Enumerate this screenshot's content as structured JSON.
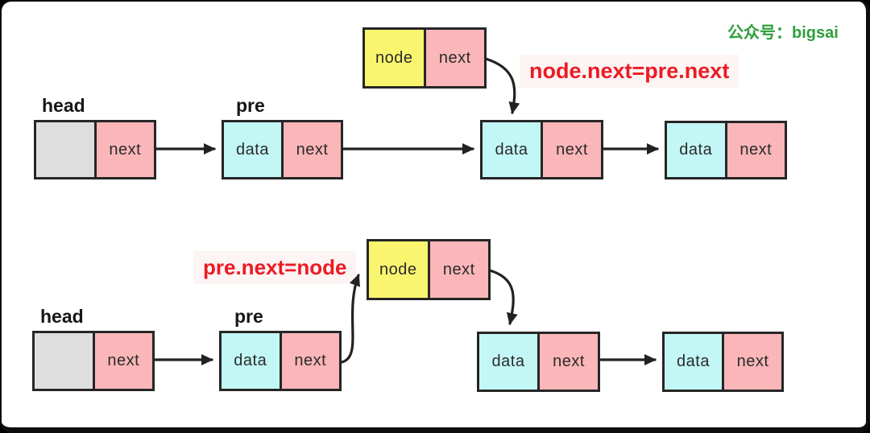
{
  "watermark": {
    "text": "公众号：bigsai",
    "color": "#2E9E3C"
  },
  "colors": {
    "cell_pink": "#FAB6B8",
    "cell_cyan": "#C3F7F5",
    "cell_yellow": "#FAF56E",
    "cell_gray": "#DEDEDE",
    "box_border": "#262626",
    "formula_red": "#EC1B23",
    "arrow_black": "#222222"
  },
  "row1": {
    "formula": "node.next=pre.next",
    "new_node": {
      "data": "node",
      "next": "next"
    },
    "head": {
      "label": "head",
      "data": "",
      "next": "next"
    },
    "pre": {
      "label": "pre",
      "data": "data",
      "next": "next"
    },
    "node3": {
      "data": "data",
      "next": "next"
    },
    "node4": {
      "data": "data",
      "next": "next"
    }
  },
  "row2": {
    "formula": "pre.next=node",
    "new_node": {
      "data": "node",
      "next": "next"
    },
    "head": {
      "label": "head",
      "data": "",
      "next": "next"
    },
    "pre": {
      "label": "pre",
      "data": "data",
      "next": "next"
    },
    "node3": {
      "data": "data",
      "next": "next"
    },
    "node4": {
      "data": "data",
      "next": "next"
    }
  }
}
